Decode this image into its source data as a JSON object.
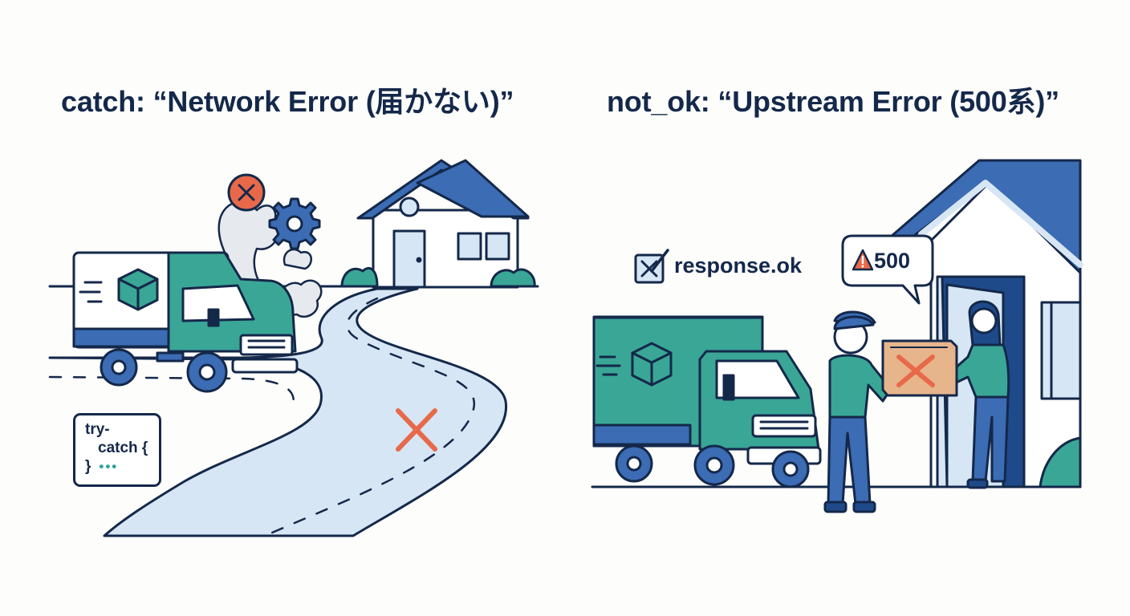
{
  "titles": {
    "left": "catch: “Network Error (届かない)”",
    "right": "not_ok: “Upstream Error (500系)”"
  },
  "left_scene": {
    "code_box": {
      "line1": "try-",
      "line2": "catch {",
      "line3": "}",
      "dots": "•••"
    },
    "icons": [
      "error-x-icon",
      "gear-icon",
      "smoke",
      "box-icon",
      "cross-mark-icon"
    ]
  },
  "right_scene": {
    "check_label": "response.ok",
    "bubble_text": "500",
    "icons": [
      "checkbox-icon",
      "warning-icon",
      "box-icon",
      "rejected-box-x-icon"
    ]
  },
  "colors": {
    "navy": "#14284a",
    "blue": "#3b6cb4",
    "teal": "#3aa696",
    "light_blue": "#d6e6f4",
    "orange": "#e8694a",
    "box_tan": "#e7b58c"
  }
}
